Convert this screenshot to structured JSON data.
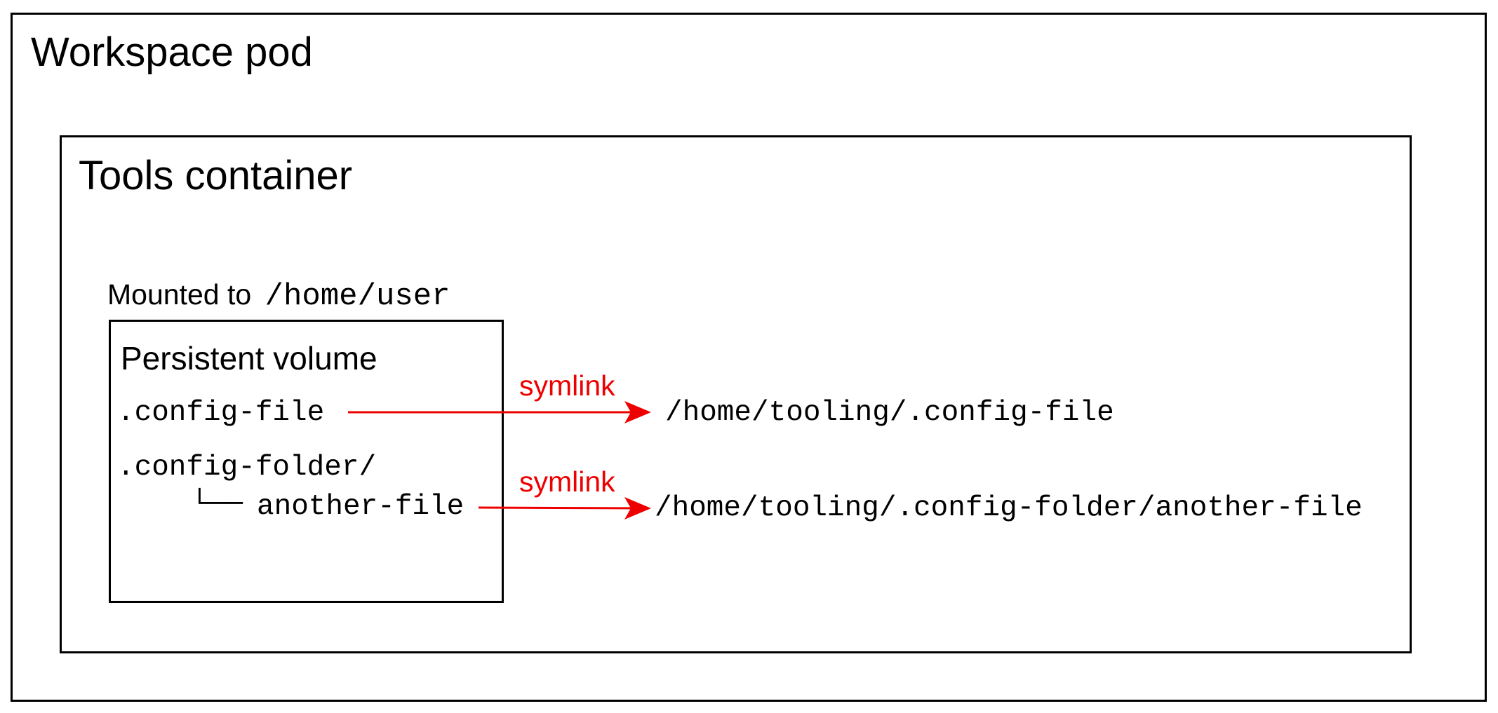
{
  "workspace_pod": {
    "title": "Workspace pod"
  },
  "tools_container": {
    "title": "Tools container"
  },
  "mount": {
    "prefix": "Mounted to",
    "path": "/home/user"
  },
  "persistent_volume": {
    "title": "Persistent volume",
    "file": ".config-file",
    "folder": ".config-folder/",
    "tree_branch": "└──",
    "child_file": "another-file"
  },
  "links": [
    {
      "label": "symlink",
      "target": "/home/tooling/.config-file"
    },
    {
      "label": "symlink",
      "target": "/home/tooling/.config-folder/another-file"
    }
  ],
  "colors": {
    "line": "#000000",
    "accent": "#ee0000"
  }
}
